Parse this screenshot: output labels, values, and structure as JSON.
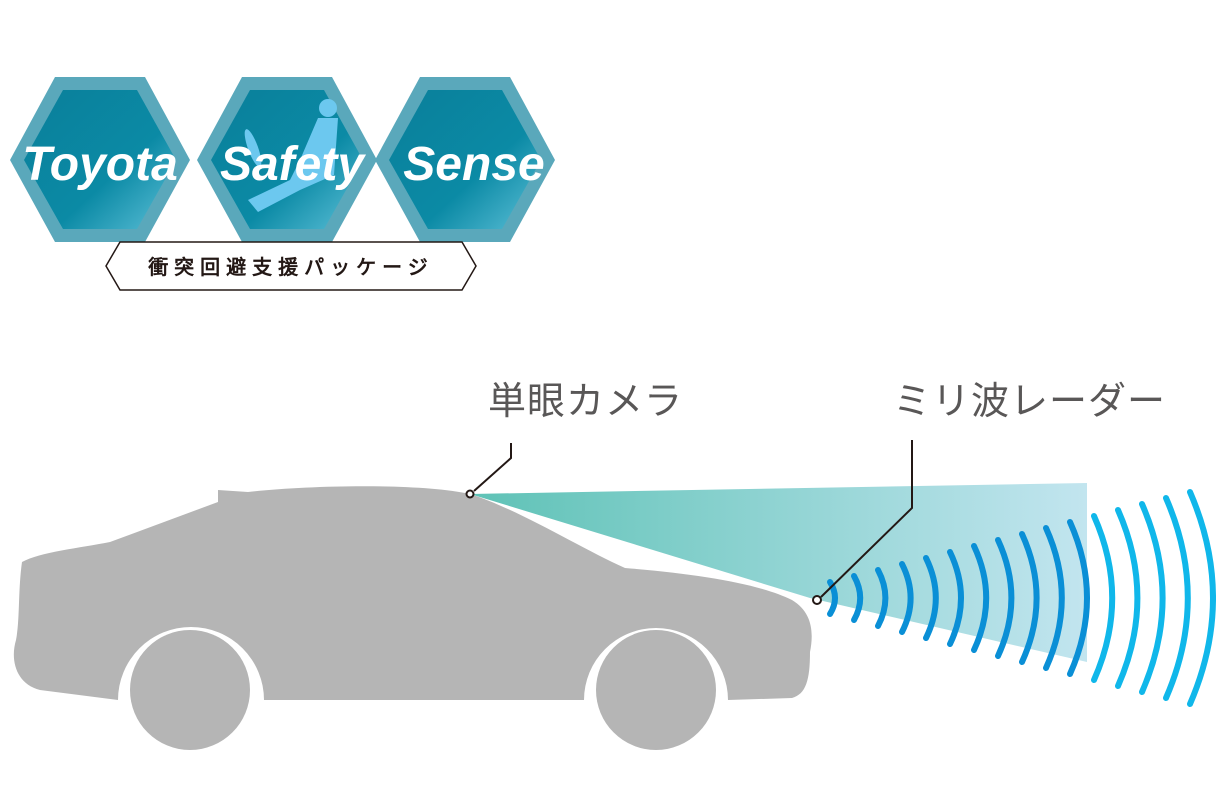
{
  "logo": {
    "words": [
      "Toyota",
      "Safety",
      "Sense"
    ],
    "tagline": "衝突回避支援パッケージ",
    "hex_color": "#0a86a0",
    "hex_edge_color": "#5aa8bb"
  },
  "labels": {
    "camera": "単眼カメラ",
    "radar": "ミリ波レーダー"
  },
  "colors": {
    "car": "#b5b5b5",
    "beam_start": "#5ec2b6",
    "beam_end": "#c2e5ef",
    "wave_near": "#0a8fd6",
    "wave_far": "#10b7ea",
    "leader": "#231815"
  },
  "radar_wave_count": 16
}
